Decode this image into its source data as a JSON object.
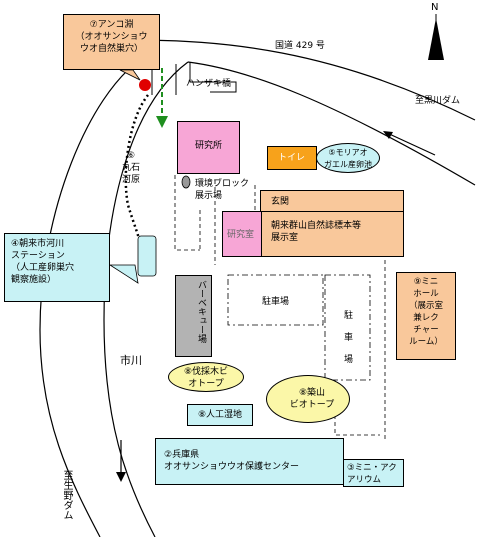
{
  "roads": {
    "route429": "国道 429 号",
    "hanzaki_bridge": "ハンザキ橋",
    "to_kurokawa_dam": "至黒川ダム",
    "to_ikuno_dam": "至生野ダム",
    "river": "市川"
  },
  "north": "N",
  "callouts": {
    "ankozou": "⑦アンコ淵\n（オオサンショウ\nウオ自然巣穴）",
    "station": "④朝来市河川\nステーション\n（人工産卵巣穴\n観察施設）"
  },
  "labels": {
    "maruishi": "⑥\n丸石\n河原",
    "lab1": "研究所",
    "toilet": "トイレ",
    "moriaogaeru": "⑤モリアオ\nガエル産卵池",
    "block_display": "環境ブロック\n展示場",
    "entrance": "玄関",
    "lab2": "研究室",
    "museum": "朝来群山自然誌標本等\n展示室",
    "bbq": "バーベキュー場",
    "parking1": "駐車場",
    "parking2": "駐\n車\n場",
    "mini_hall": "⑨ミニ\nホール\n（展示室\n兼レク\nチャー\nルーム）",
    "biotope_logging": "⑧伐採木ビ\nオトープ",
    "biotope_tsukiyama": "⑧築山\nビオトープ",
    "artificial_wetland": "⑧人工湿地",
    "center": "②兵庫県\nオオサンショウウオ保護センター",
    "aquarium": "③ミニ・アク\nアリウム"
  },
  "colors": {
    "orange": "#f9c89b",
    "toilet_orange": "#f7a21b",
    "pink": "#f7a6d6",
    "lightblue": "#c8f2f5",
    "yellow": "#fbf7a8",
    "gray": "#b3b3b3",
    "red": "#e00000",
    "green": "#1f8f1f"
  }
}
